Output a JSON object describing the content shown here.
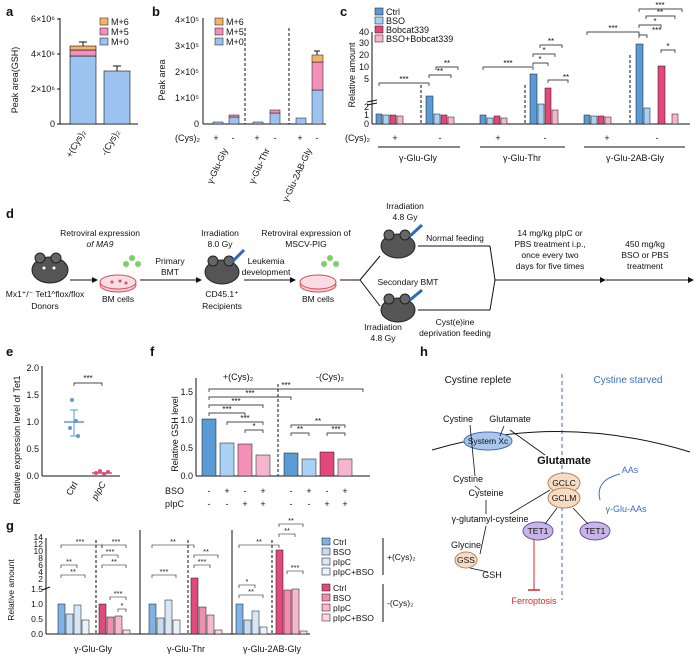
{
  "panel_labels": {
    "a": "a",
    "b": "b",
    "c": "c",
    "d": "d",
    "e": "e",
    "f": "f",
    "g": "g",
    "h": "h"
  },
  "colors": {
    "m6": "#f5b26b",
    "m5": "#f48fb8",
    "m0": "#9cc3f0",
    "ctrl": "#5b9bd5",
    "bso": "#a9d0f5",
    "bobcat": "#e4477a",
    "bso_bobcat": "#f7b5cd",
    "g_ctrl": "#7fb2e6",
    "g_bso": "#c5dcf3",
    "g_plpc": "#d7e7f7",
    "g_plpcbso": "#e9f1fa",
    "g_ctrl2": "#e04a7c",
    "g_bso2": "#f28db0",
    "g_plpc2": "#f7b7ce",
    "g_plpcbso2": "#fbd6e3",
    "ferro": "#d9252b",
    "starved": "#3d6fc4",
    "ellipse_sys": "#a8c6ee",
    "ellipse_gcl": "#f6dcc4",
    "ellipse_tet": "#c8b4e6",
    "ellipse_gss": "#f6dcc4"
  },
  "panel_a": {
    "ylabel": "Peak area(GSH)",
    "yticks": [
      "0",
      "2×10⁶",
      "4×10⁶",
      "6×10⁶"
    ],
    "legend": [
      "M+6",
      "M+5",
      "M+0"
    ],
    "categories": [
      "+(Cys)₂",
      "-(Cys)₂"
    ]
  },
  "panel_b": {
    "ylabel": "Peak area",
    "yticks": [
      "0",
      "1×10⁵",
      "2×10⁵",
      "3×10⁵",
      "4×10⁵"
    ],
    "legend": [
      "M+6",
      "M+5",
      "M+0"
    ],
    "cys_label": "(Cys)₂",
    "signs": [
      "+",
      "-",
      "+",
      "-",
      "+",
      "-"
    ],
    "categories": [
      "γ-Glu-Gly",
      "γ-Glu-Thr",
      "γ-Glu-2AB-Gly"
    ]
  },
  "panel_c": {
    "ylabel": "Relative amount",
    "yticks": [
      "0",
      "1",
      "2",
      "5",
      "10",
      "20",
      "30",
      "40"
    ],
    "legend": [
      "Ctrl",
      "BSO",
      "Bobcat339",
      "BSO+Bobcat339"
    ],
    "cys_label": "(Cys)₂",
    "signs": [
      "+",
      "-",
      "+",
      "-",
      "+",
      "-"
    ],
    "categories": [
      "γ-Glu-Gly",
      "γ-Glu-Thr",
      "γ-Glu-2AB-Gly"
    ],
    "sig": [
      "***",
      "**",
      "**",
      "***",
      "*",
      "*",
      "**",
      "**",
      "***",
      "***",
      "*",
      "**",
      "***",
      "*"
    ]
  },
  "panel_d": {
    "donors": "Mx1⁺/⁻ Tet1^flox/flox",
    "donors2": "Donors",
    "retro1": "Retroviral expression",
    "retro1b": "of MA9",
    "bm1": "BM cells",
    "irr1": "Irradiation",
    "irr1b": "8.0 Gy",
    "primary": "Primary",
    "primary2": "BMT",
    "cd": "CD45.1⁺",
    "cd2": "Recipients",
    "leuk": "Leukemia",
    "leuk2": "development",
    "retro2": "Retroviral expression of",
    "retro2b": "MSCV-PIG",
    "bm2": "BM cells",
    "irr2": "Irradiation",
    "irr2b": "4.8 Gy",
    "normal": "Normal feeding",
    "secondary": "Secondary BMT",
    "irr3": "Irradiation",
    "irr3b": "4.8 Gy",
    "cyst": "Cyst(e)ine",
    "cyst2": "deprivation feeding",
    "treat1": "14 mg/kg pIpC or",
    "treat2": "PBS treatment i.p.,",
    "treat3": "once every two",
    "treat4": "days for five times",
    "bso1": "450 mg/kg",
    "bso2": "BSO or PBS",
    "bso3": "treatment"
  },
  "panel_e": {
    "ylabel": "Relative expression level of Tet1",
    "yticks": [
      "0.0",
      "0.5",
      "1.0",
      "1.5",
      "2.0"
    ],
    "categories": [
      "Ctrl",
      "pIpC"
    ],
    "sig": "***"
  },
  "panel_f": {
    "ylabel": "Relative GSH level",
    "yticks": [
      "0.0",
      "0.5",
      "1.0",
      "1.5"
    ],
    "headers": [
      "+(Cys)₂",
      "-(Cys)₂"
    ],
    "row1_label": "BSO",
    "row2_label": "pIpC",
    "row1": [
      "-",
      "+",
      "-",
      "+",
      "-",
      "+",
      "-",
      "+"
    ],
    "row2": [
      "-",
      "-",
      "+",
      "+",
      "-",
      "-",
      "+",
      "+"
    ],
    "sig": [
      "***",
      "***",
      "***",
      "***",
      "***",
      "*",
      "**",
      "**",
      "***"
    ]
  },
  "panel_g": {
    "ylabel": "Relative amount",
    "yticks": [
      "0.0",
      "0.5",
      "1.0",
      "1.5",
      "2",
      "4",
      "6",
      "8",
      "10",
      "12",
      "14"
    ],
    "categories": [
      "γ-Glu-Gly",
      "γ-Glu-Thr",
      "γ-Glu-2AB-Gly"
    ],
    "legend": [
      "Ctrl",
      "BSO",
      "pIpC",
      "pIpC+BSO",
      "Ctrl",
      "BSO",
      "pIpC",
      "pIpC+BSO"
    ],
    "group_labels": [
      "+(Cys)₂",
      "-(Cys)₂"
    ],
    "sig": [
      "***",
      "***",
      "**",
      "**",
      "***",
      "**",
      "***",
      "*",
      "**",
      "**",
      "***",
      "***",
      "**",
      "**",
      "**",
      "*",
      "**",
      "***",
      "**",
      "**",
      "**",
      "*"
    ]
  },
  "panel_h": {
    "replete": "Cystine replete",
    "starved": "Cystine starved",
    "cystine": "Cystine",
    "glutamate": "Glutamate",
    "system": "System Xc",
    "glutamate_bold": "Glutamate",
    "cystine2": "Cystine",
    "cysteine": "Cysteine",
    "gclc": "GCLC",
    "gclm": "GCLM",
    "aas": "AAs",
    "gglu_aas": "γ-Glu-AAs",
    "gglu_cys": "γ-glutamyl-cysteine",
    "tet1a": "TET1",
    "tet1b": "TET1",
    "glycine": "Glycine",
    "gss": "GSS",
    "gsh": "GSH",
    "ferroptosis": "Ferroptosis"
  }
}
